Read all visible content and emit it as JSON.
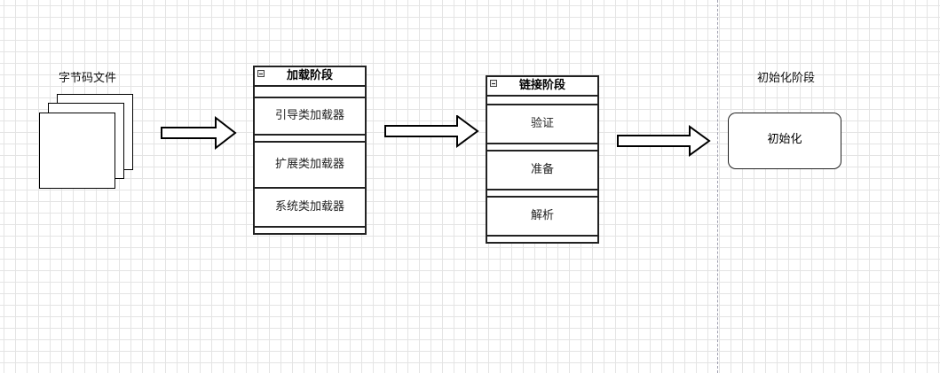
{
  "diagram": {
    "labels": {
      "bytecode_files": "字节码文件",
      "init_phase": "初始化阶段"
    },
    "loading_stage": {
      "title": "加载阶段",
      "items": [
        "引导类加载器",
        "扩展类加载器",
        "系统类加载器"
      ]
    },
    "linking_stage": {
      "title": "链接阶段",
      "items": [
        "验证",
        "准备",
        "解析"
      ]
    },
    "init_box": {
      "label": "初始化"
    }
  }
}
